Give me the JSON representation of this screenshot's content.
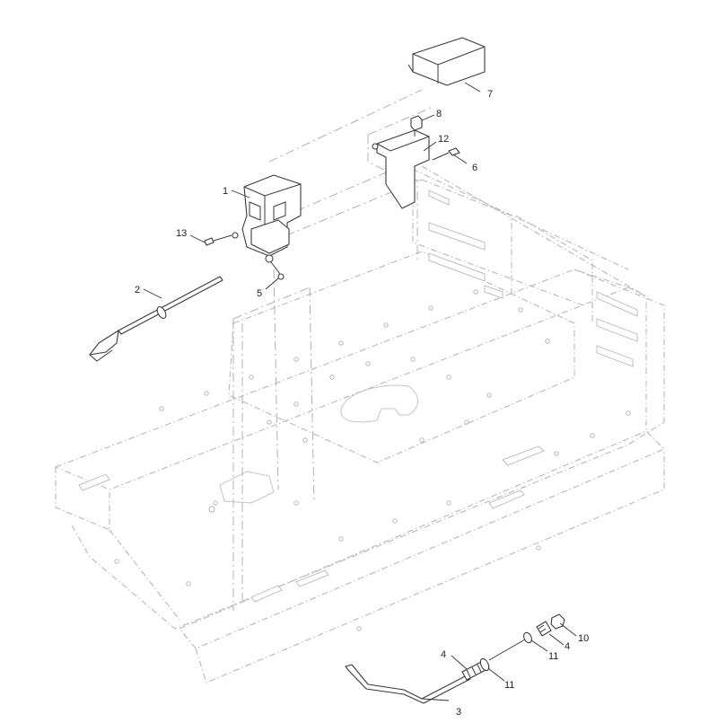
{
  "callouts": [
    {
      "id": "callout-1",
      "text": "1"
    },
    {
      "id": "callout-2",
      "text": "2"
    },
    {
      "id": "callout-3",
      "text": "3"
    },
    {
      "id": "callout-4a",
      "text": "4"
    },
    {
      "id": "callout-4b",
      "text": "4"
    },
    {
      "id": "callout-5",
      "text": "5"
    },
    {
      "id": "callout-6",
      "text": "6"
    },
    {
      "id": "callout-7",
      "text": "7"
    },
    {
      "id": "callout-8",
      "text": "8"
    },
    {
      "id": "callout-10",
      "text": "10"
    },
    {
      "id": "callout-11a",
      "text": "11"
    },
    {
      "id": "callout-11b",
      "text": "11"
    },
    {
      "id": "callout-12",
      "text": "12"
    },
    {
      "id": "callout-13",
      "text": "13"
    }
  ],
  "colors": {
    "frame_ghost": "#b8b8b8",
    "part_outline": "#3a3a3a",
    "leader": "#333333",
    "background": "#ffffff"
  }
}
